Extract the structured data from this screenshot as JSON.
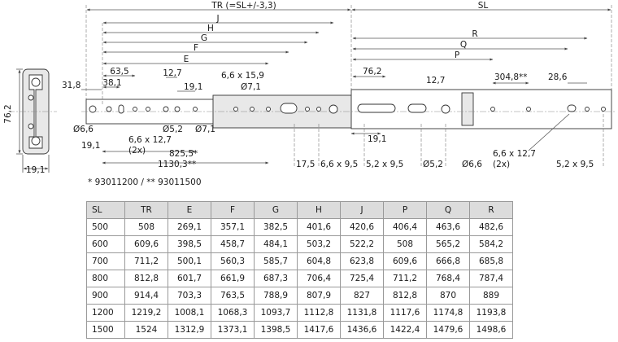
{
  "labels": {
    "tr_dim": "TR (=SL+/-3,3)",
    "sl_dim": "SL",
    "j": "J",
    "h": "H",
    "g": "G",
    "f": "F",
    "e": "E",
    "r": "R",
    "q": "Q",
    "p": "P",
    "d63_5": "63,5",
    "d38_1": "38,1",
    "d31_8": "31,8",
    "d12_7a": "12,7",
    "d19_1a": "19,1",
    "slot66x159": "6,6 x 15,9",
    "dia71a": "Ø7,1",
    "d76_2": "76,2",
    "d12_7b": "12,7",
    "d304_8": "304,8**",
    "d28_6": "28,6",
    "height76_2": "76,2",
    "width19_1": "19,1",
    "dia66a": "Ø6,6",
    "d19_1b": "19,1",
    "slot66x127a": "6,6 x 12,7",
    "x2a": "(2x)",
    "dia52a": "Ø5,2",
    "dia71b": "Ø7,1",
    "d825_5": "825,5*",
    "d1130_3": "1130,3**",
    "d17_5": "17,5",
    "slot66x95": "6,6 x 9,5",
    "slot52x95a": "5,2 x 9,5",
    "d19_1c": "19,1",
    "dia52b": "Ø5,2",
    "dia66b": "Ø6,6",
    "slot66x127b": "6,6 x 12,7",
    "x2b": "(2x)",
    "slot52x95b": "5,2 x 9,5"
  },
  "footnote": "* 93011200 / ** 93011500",
  "table": {
    "headers": [
      "SL",
      "TR",
      "E",
      "F",
      "G",
      "H",
      "J",
      "P",
      "Q",
      "R"
    ],
    "rows": [
      [
        "500",
        "508",
        "269,1",
        "357,1",
        "382,5",
        "401,6",
        "420,6",
        "406,4",
        "463,6",
        "482,6"
      ],
      [
        "600",
        "609,6",
        "398,5",
        "458,7",
        "484,1",
        "503,2",
        "522,2",
        "508",
        "565,2",
        "584,2"
      ],
      [
        "700",
        "711,2",
        "500,1",
        "560,3",
        "585,7",
        "604,8",
        "623,8",
        "609,6",
        "666,8",
        "685,8"
      ],
      [
        "800",
        "812,8",
        "601,7",
        "661,9",
        "687,3",
        "706,4",
        "725,4",
        "711,2",
        "768,4",
        "787,4"
      ],
      [
        "900",
        "914,4",
        "703,3",
        "763,5",
        "788,9",
        "807,9",
        "827",
        "812,8",
        "870",
        "889"
      ],
      [
        "1200",
        "1219,2",
        "1008,1",
        "1068,3",
        "1093,7",
        "1112,8",
        "1131,8",
        "1117,6",
        "1174,8",
        "1193,8"
      ],
      [
        "1500",
        "1524",
        "1312,9",
        "1373,1",
        "1398,5",
        "1417,6",
        "1436,6",
        "1422,4",
        "1479,6",
        "1498,6"
      ]
    ]
  }
}
